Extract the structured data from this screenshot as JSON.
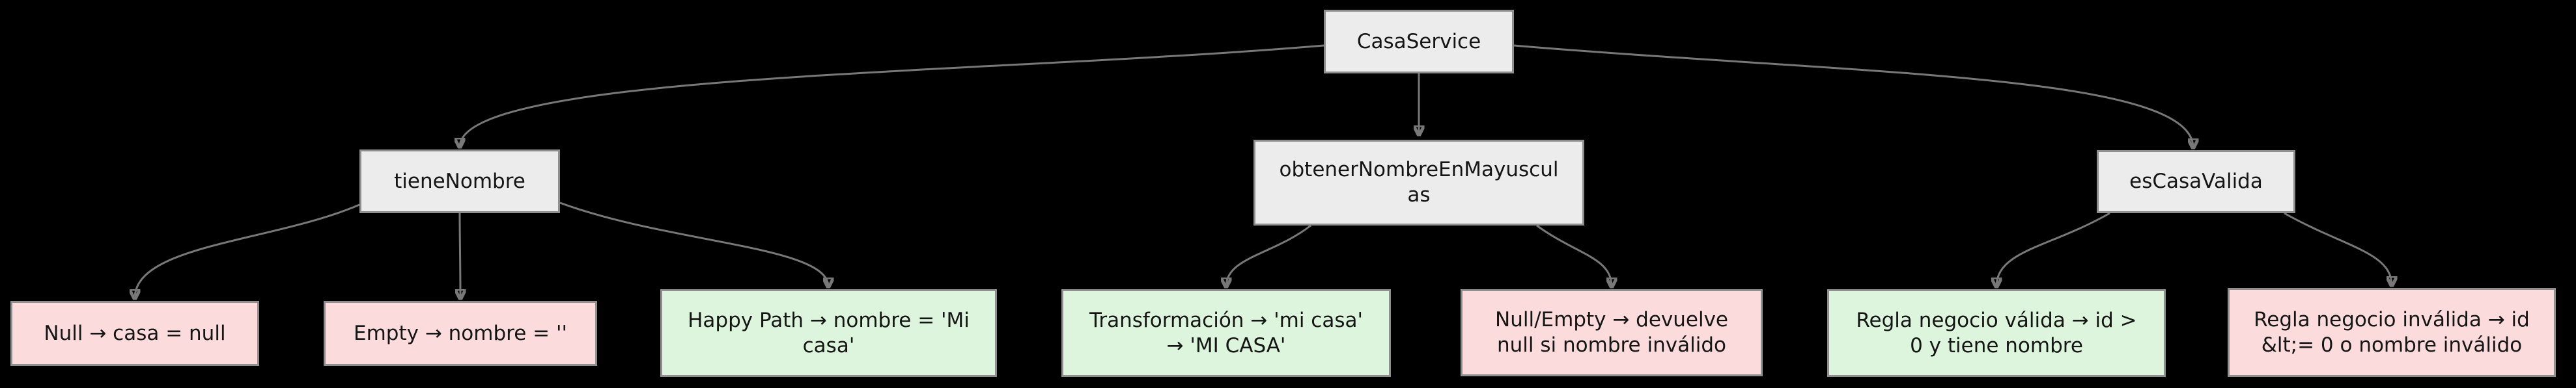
{
  "diagram": {
    "kind": "flowchart-tree",
    "background_color": "#000000",
    "colors": {
      "neutral_node_fill": "#ececec",
      "negative_case_fill": "#fbdbdb",
      "positive_case_fill": "#ddf5dd",
      "node_border": "#8f8f8f",
      "edge_stroke": "#787878",
      "text": "#151515"
    }
  },
  "nodes": [
    {
      "id": "casa-service",
      "label": "CasaService",
      "role": "root-class",
      "status": "neutral"
    },
    {
      "id": "tiene-nombre",
      "label": "tieneNombre",
      "role": "method",
      "status": "neutral"
    },
    {
      "id": "obtener-nombre-en-mayusculas",
      "label": "obtenerNombreEnMayuscul\nas",
      "role": "method",
      "status": "neutral"
    },
    {
      "id": "es-casa-valida",
      "label": "esCasaValida",
      "role": "method",
      "status": "neutral"
    },
    {
      "id": "caso-null-casa",
      "label": "Null → casa = null",
      "role": "test-case",
      "status": "negative"
    },
    {
      "id": "caso-empty-nombre",
      "label": "Empty → nombre = ''",
      "role": "test-case",
      "status": "negative"
    },
    {
      "id": "caso-happy-path",
      "label": "Happy Path → nombre = 'Mi\ncasa'",
      "role": "test-case",
      "status": "positive"
    },
    {
      "id": "caso-transformacion",
      "label": "Transformación → 'mi casa'\n→ 'MI CASA'",
      "role": "test-case",
      "status": "positive"
    },
    {
      "id": "caso-null-empty-devuelve",
      "label": "Null/Empty → devuelve\nnull si nombre inválido",
      "role": "test-case",
      "status": "negative"
    },
    {
      "id": "caso-regla-valida",
      "label": "Regla negocio válida → id >\n0 y tiene nombre",
      "role": "test-case",
      "status": "positive"
    },
    {
      "id": "caso-regla-invalida",
      "label": "Regla negocio inválida → id\n&lt;= 0 o nombre inválido",
      "role": "test-case",
      "status": "negative"
    }
  ],
  "edges": [
    {
      "from": "casa-service",
      "to": "tiene-nombre"
    },
    {
      "from": "casa-service",
      "to": "obtener-nombre-en-mayusculas"
    },
    {
      "from": "casa-service",
      "to": "es-casa-valida"
    },
    {
      "from": "tiene-nombre",
      "to": "caso-null-casa"
    },
    {
      "from": "tiene-nombre",
      "to": "caso-empty-nombre"
    },
    {
      "from": "tiene-nombre",
      "to": "caso-happy-path"
    },
    {
      "from": "obtener-nombre-en-mayusculas",
      "to": "caso-transformacion"
    },
    {
      "from": "obtener-nombre-en-mayusculas",
      "to": "caso-null-empty-devuelve"
    },
    {
      "from": "es-casa-valida",
      "to": "caso-regla-valida"
    },
    {
      "from": "es-casa-valida",
      "to": "caso-regla-invalida"
    }
  ]
}
